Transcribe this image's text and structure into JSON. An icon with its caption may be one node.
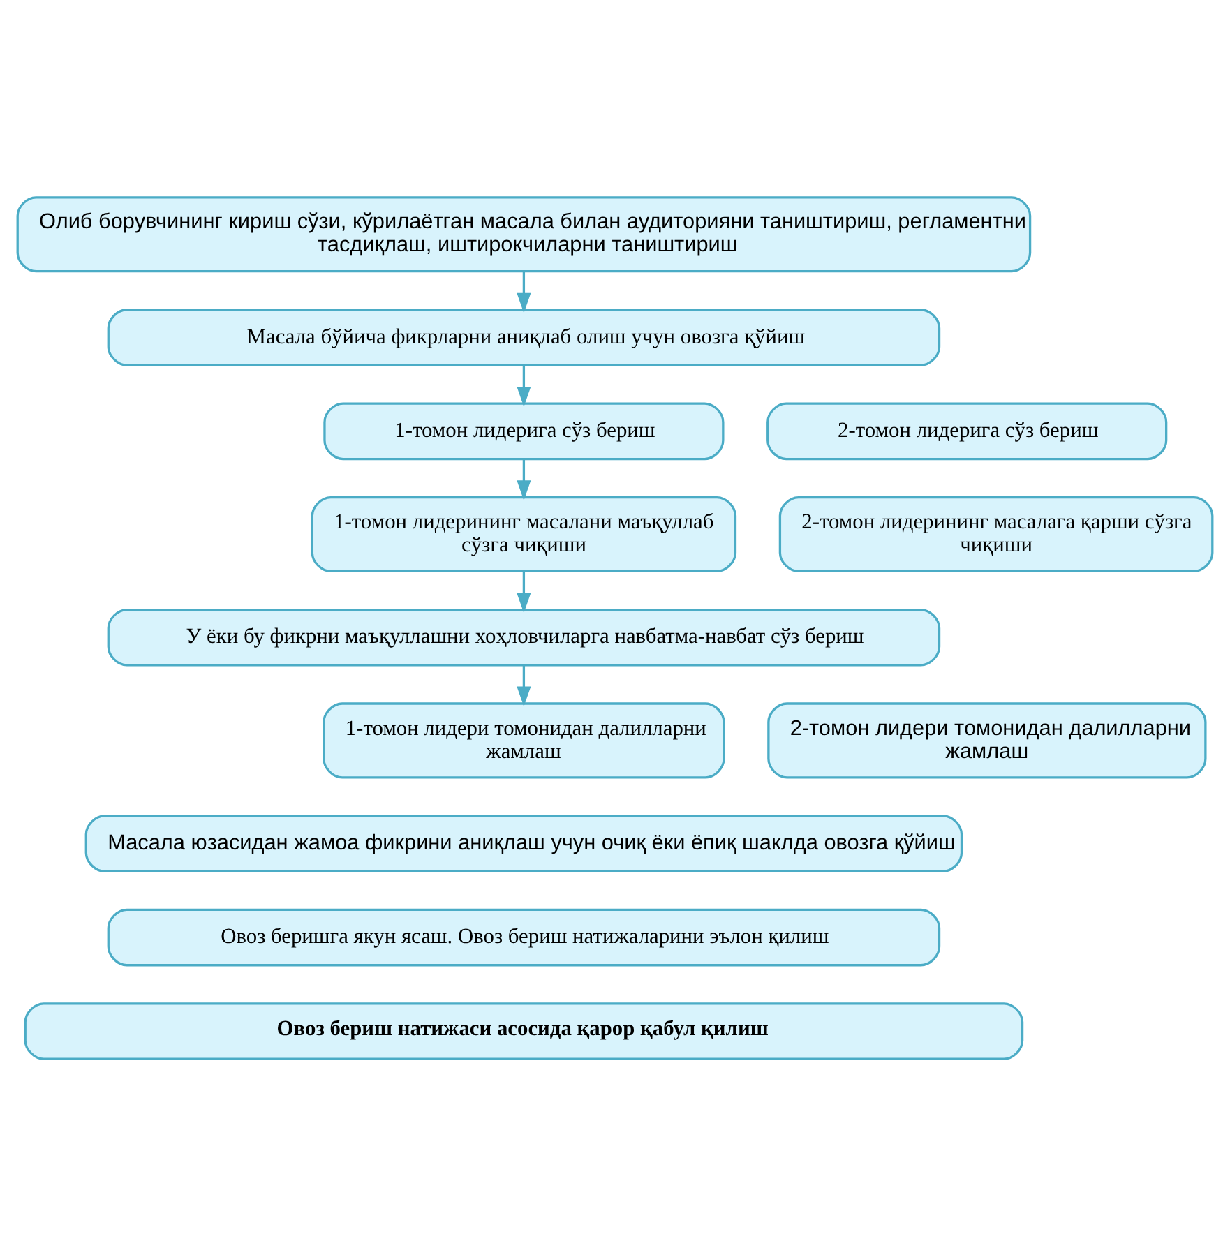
{
  "diagram": {
    "nodes": [
      {
        "text": [
          "Олиб борувчининг кириш сўзи, кўрилаётган масала билан аудиторияни таништириш, регламентни тасдиқлаш, иштирокчиларни таништириш"
        ]
      },
      {
        "text": [
          "Масала бўйича фикрларни аниқлаб олиш учун овозга қўйиш"
        ]
      },
      {
        "text": [
          "1-томон лидерига сўз бериш"
        ]
      },
      {
        "text": [
          "2-томон лидерига сўз бериш"
        ]
      },
      {
        "text": [
          "1-томон лидерининг масалани маъқуллаб сўзга чиқиши"
        ]
      },
      {
        "text": [
          "2-томон лидерининг масалага қарши сўзга чиқиши"
        ]
      },
      {
        "text": [
          "У ёки бу фикрни маъқуллашни хоҳловчиларга навбатма-навбат сўз бериш"
        ]
      },
      {
        "text": [
          "1-томон лидери томонидан далилларни жамлаш"
        ]
      },
      {
        "text": [
          "2-томон лидери томонидан далилларни жамлаш"
        ]
      },
      {
        "text": [
          "Масала юзасидан жамоа фикрини аниқлаш учун очиқ ёки ёпиқ шаклда овозга қўйиш"
        ]
      },
      {
        "text": [
          "Овоз беришга якун ясаш. Овоз бериш натижаларини эълон қилиш"
        ]
      },
      {
        "text": [
          "Овоз бериш натижаси асосида қарор қабул қилиш"
        ]
      }
    ],
    "edges": [
      {
        "from": 0,
        "to": 1,
        "arrow": "to"
      },
      {
        "from": 1,
        "to": 2,
        "arrow": "to"
      },
      {
        "from": 2,
        "to": 4,
        "arrow": "to"
      },
      {
        "from": 4,
        "to": 6,
        "arrow": "to"
      },
      {
        "from": 6,
        "to": 7,
        "arrow": "to"
      }
    ]
  }
}
